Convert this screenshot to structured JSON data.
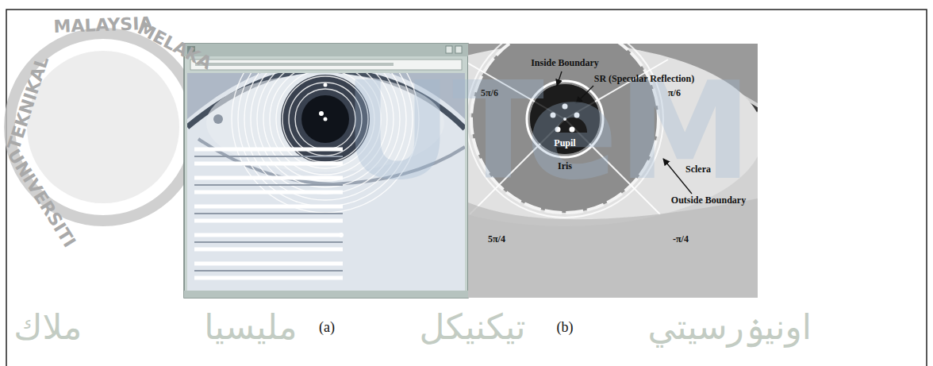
{
  "diagram": {
    "labels": [
      "MALAYSIA",
      "TEKNIKAL",
      "UNIVERSITI",
      "MELAKA",
      "UTeM",
      "Inside Boundary",
      "SR (Specular Reflection)",
      "Pupil",
      "Iris",
      "Sclera",
      "Outside Boundary",
      "5π/6",
      "π/6",
      "5π/4",
      "-π/4",
      "(a)",
      "(b)",
      "اونيۏرسيتي تيکنيکل مليسيا ملاك"
    ]
  }
}
